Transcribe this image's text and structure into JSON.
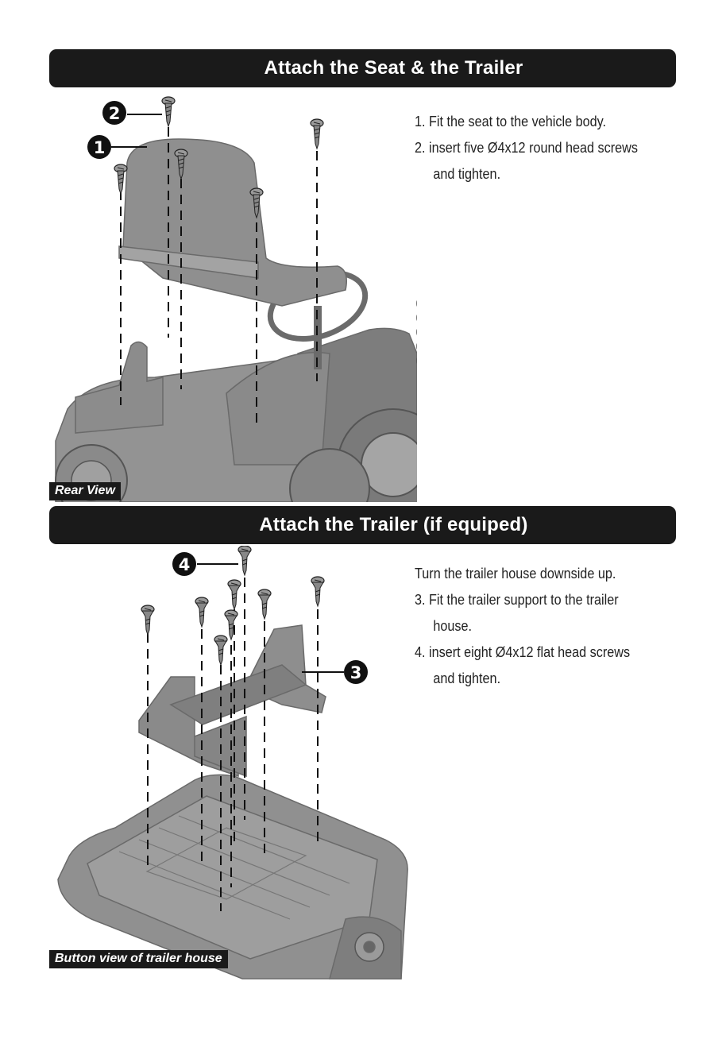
{
  "section1": {
    "title": "Attach the Seat & the Trailer",
    "caption": "Rear View",
    "steps": [
      "1. Fit the seat to the vehicle body.",
      "2. insert five Ø4x12 round head screws",
      "and tighten."
    ],
    "callouts": [
      "1",
      "2"
    ]
  },
  "section2": {
    "title": "Attach the Trailer (if equiped)",
    "caption": "Button view of trailer house",
    "steps": [
      "Turn the trailer house downside up.",
      "3. Fit the trailer support to the trailer",
      "house.",
      "4. insert eight Ø4x12 flat head screws",
      "and tighten."
    ],
    "callouts": [
      "3",
      "4"
    ]
  },
  "colors": {
    "banner": "#1a1a1a",
    "text": "#222222",
    "illustration": "#8a8a8a"
  }
}
